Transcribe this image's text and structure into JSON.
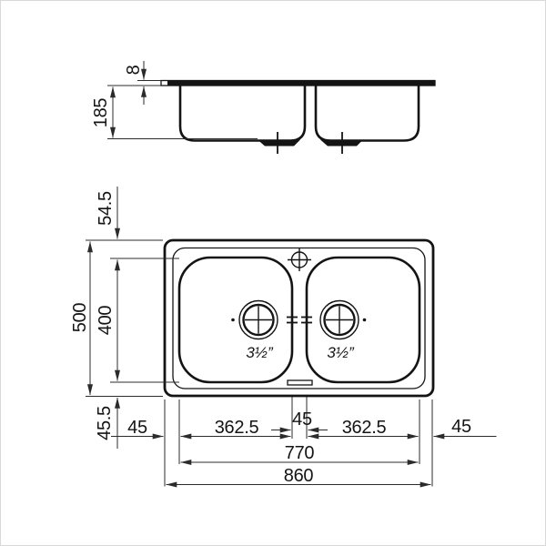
{
  "drawing": {
    "type": "double-bowl-sink-dimension-drawing",
    "colors": {
      "ink": "#141414",
      "dimension_lines": "#2b2b2b",
      "background": "#ffffff",
      "frame": "#d8d8d8"
    },
    "front_view": {
      "rim_thickness": "8",
      "depth": "185"
    },
    "top_view": {
      "edge_to_bowl_top": "54.5",
      "overall_depth": "500",
      "bowl_front_to_back": "400",
      "edge_to_bowl_bottom": "45.5",
      "left_margin": "45",
      "left_bowl_width": "362.5",
      "center_divider": "45",
      "right_bowl_width": "362.5",
      "right_margin": "45",
      "bowls_outer_span": "770",
      "overall_width": "860",
      "left_drain_size": "3½”",
      "right_drain_size": "3½”"
    }
  }
}
